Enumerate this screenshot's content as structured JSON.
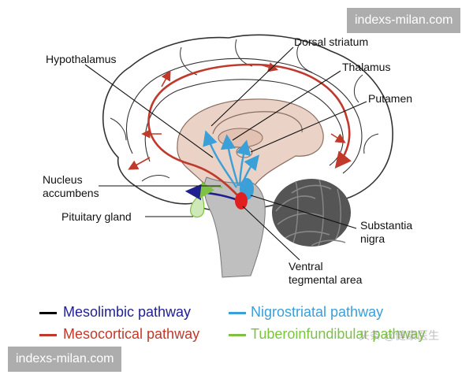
{
  "labels": {
    "hypothalamus": "Hypothalamus",
    "dorsal_striatum": "Dorsal striatum",
    "thalamus": "Thalamus",
    "putamen": "Putamen",
    "nucleus_accumbens_1": "Nucleus",
    "nucleus_accumbens_2": "accumbens",
    "pituitary_gland": "Pituitary gland",
    "substantia_nigra_1": "Substantia",
    "substantia_nigra_2": "nigra",
    "vta_1": "Ventral",
    "vta_2": "tegmental area"
  },
  "legend": [
    {
      "label": "Mesolimbic pathway",
      "color": "#1f1f8f",
      "swatch": "#000000"
    },
    {
      "label": "Mesocortical pathway",
      "color": "#c0392b",
      "swatch": "#c0392b"
    },
    {
      "label": "Nigrostriatal pathway",
      "color": "#3b9fd8",
      "swatch": "#3b9fd8"
    },
    {
      "label": "Tuberoinfundibular pathway",
      "color": "#7dc243",
      "swatch": "#7dc243"
    }
  ],
  "watermarks": {
    "top": "indexs-milan.com",
    "bottom": "indexs-milan.com",
    "faint": "头条 @健康医生"
  },
  "colors": {
    "cortex_fill": "#ffffff",
    "cortex_stroke": "#333333",
    "inner_fill": "#ead3c6",
    "brainstem": "#bfbfbf",
    "cerebellum": "#555555",
    "mesocortical": "#c0392b",
    "nigrostriatal": "#3b9fd8",
    "mesolimbic": "#1f1f8f",
    "tubero": "#7dc243"
  }
}
